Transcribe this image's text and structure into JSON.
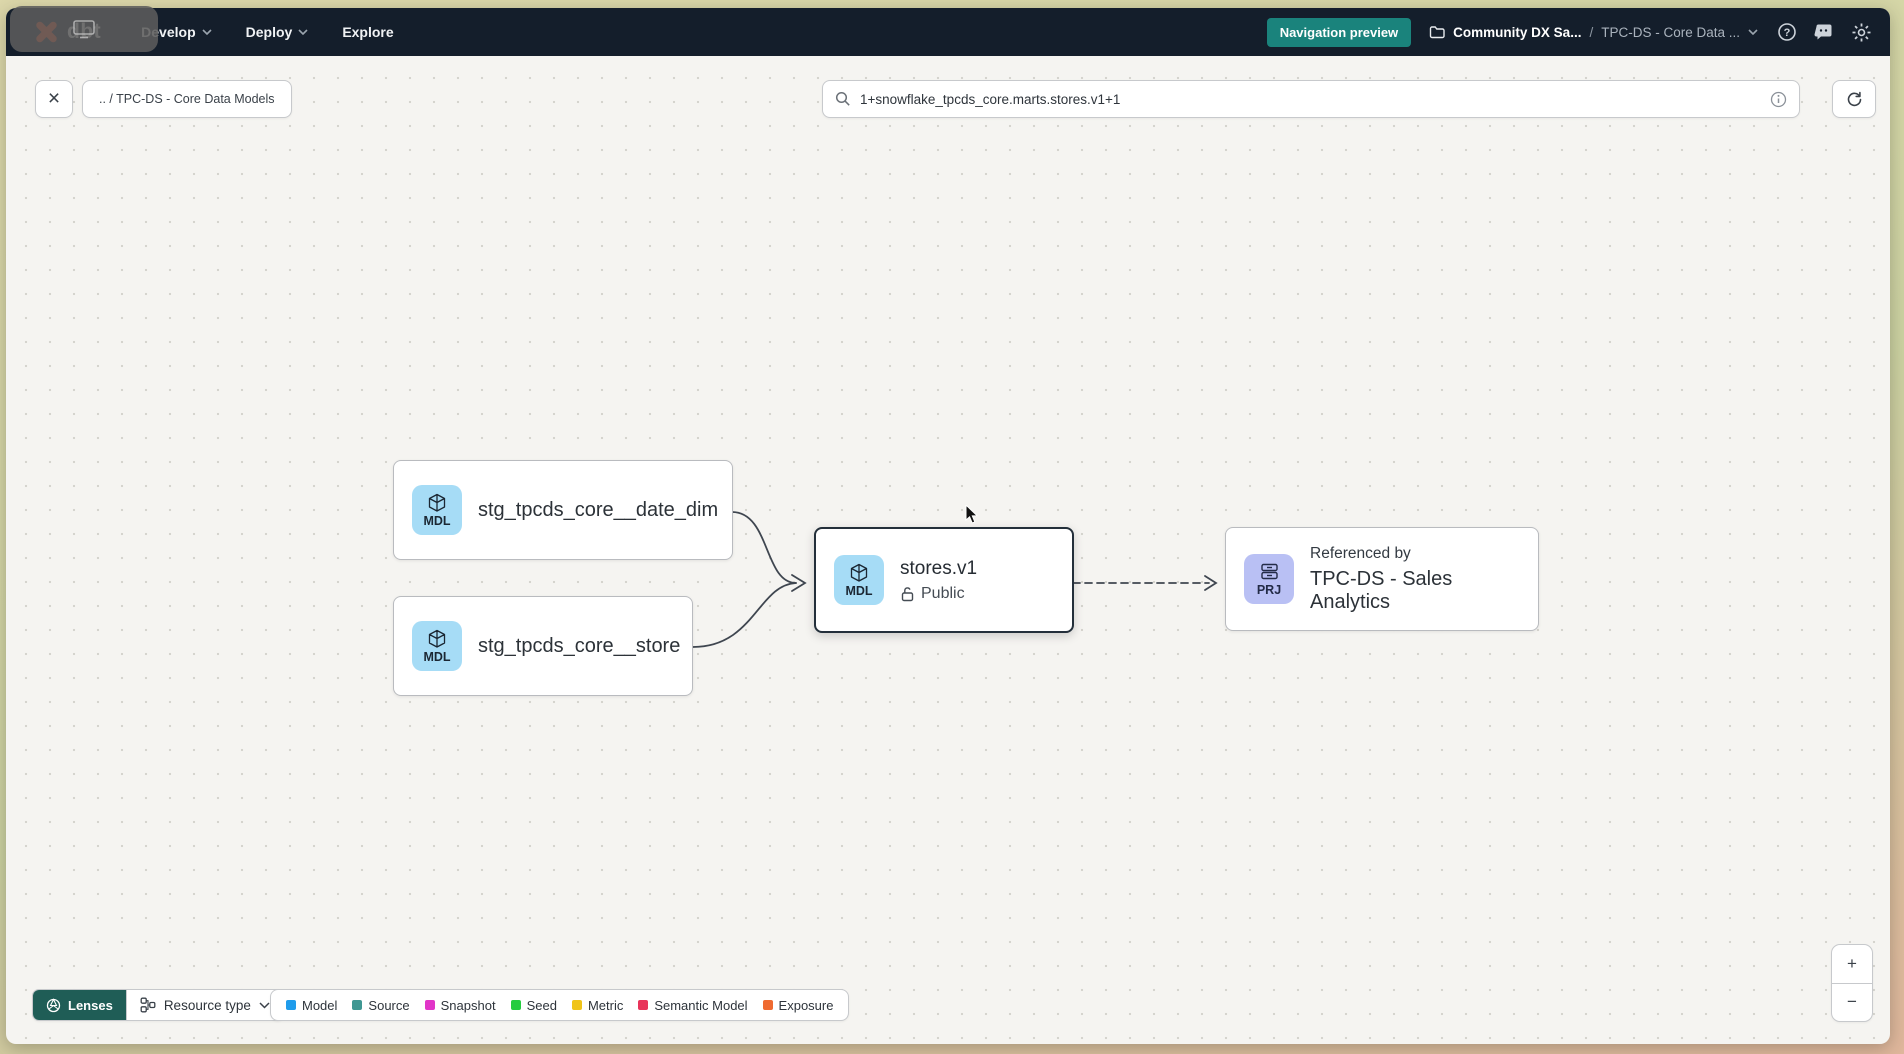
{
  "nav": {
    "logo": "dbt",
    "menu": [
      {
        "label": "Develop"
      },
      {
        "label": "Deploy"
      },
      {
        "label": "Explore"
      }
    ],
    "preview_badge": "Navigation preview",
    "account": "Community DX Sa...",
    "separator": "/",
    "project": "TPC-DS - Core Data ..."
  },
  "toolbar": {
    "close_glyph": "×",
    "breadcrumb_chip": ".. / TPC-DS - Core Data Models",
    "search_value": "1+snowflake_tpcds_core.marts.stores.v1+1"
  },
  "graph": {
    "nodes": {
      "date_dim": {
        "badge": "MDL",
        "label": "stg_tpcds_core__date_dim"
      },
      "store": {
        "badge": "MDL",
        "label": "stg_tpcds_core__store"
      },
      "stores_v1": {
        "badge": "MDL",
        "label": "stores.v1",
        "access": "Public"
      },
      "project_ref": {
        "badge": "PRJ",
        "eyebrow": "Referenced by",
        "label": "TPC-DS - Sales Analytics"
      }
    }
  },
  "footer": {
    "lenses": "Lenses",
    "resource_type": "Resource type",
    "legend": [
      {
        "label": "Model",
        "color": "#1f9ceb"
      },
      {
        "label": "Source",
        "color": "#3f9792"
      },
      {
        "label": "Snapshot",
        "color": "#e135c8"
      },
      {
        "label": "Seed",
        "color": "#24cc3f"
      },
      {
        "label": "Metric",
        "color": "#f0c419"
      },
      {
        "label": "Semantic Model",
        "color": "#e8345a"
      },
      {
        "label": "Exposure",
        "color": "#ef6a30"
      }
    ]
  },
  "zoom": {
    "in": "+",
    "out": "−"
  },
  "colors": {
    "nav_bg": "#141e2b",
    "accent_teal": "#1a837c",
    "lenses_teal": "#1f5d56",
    "logo_orange": "#ff4a1f",
    "model_badge_bg": "#a6dcf6",
    "project_badge_bg": "#b9c0f4",
    "selected_border": "#232f3a"
  }
}
